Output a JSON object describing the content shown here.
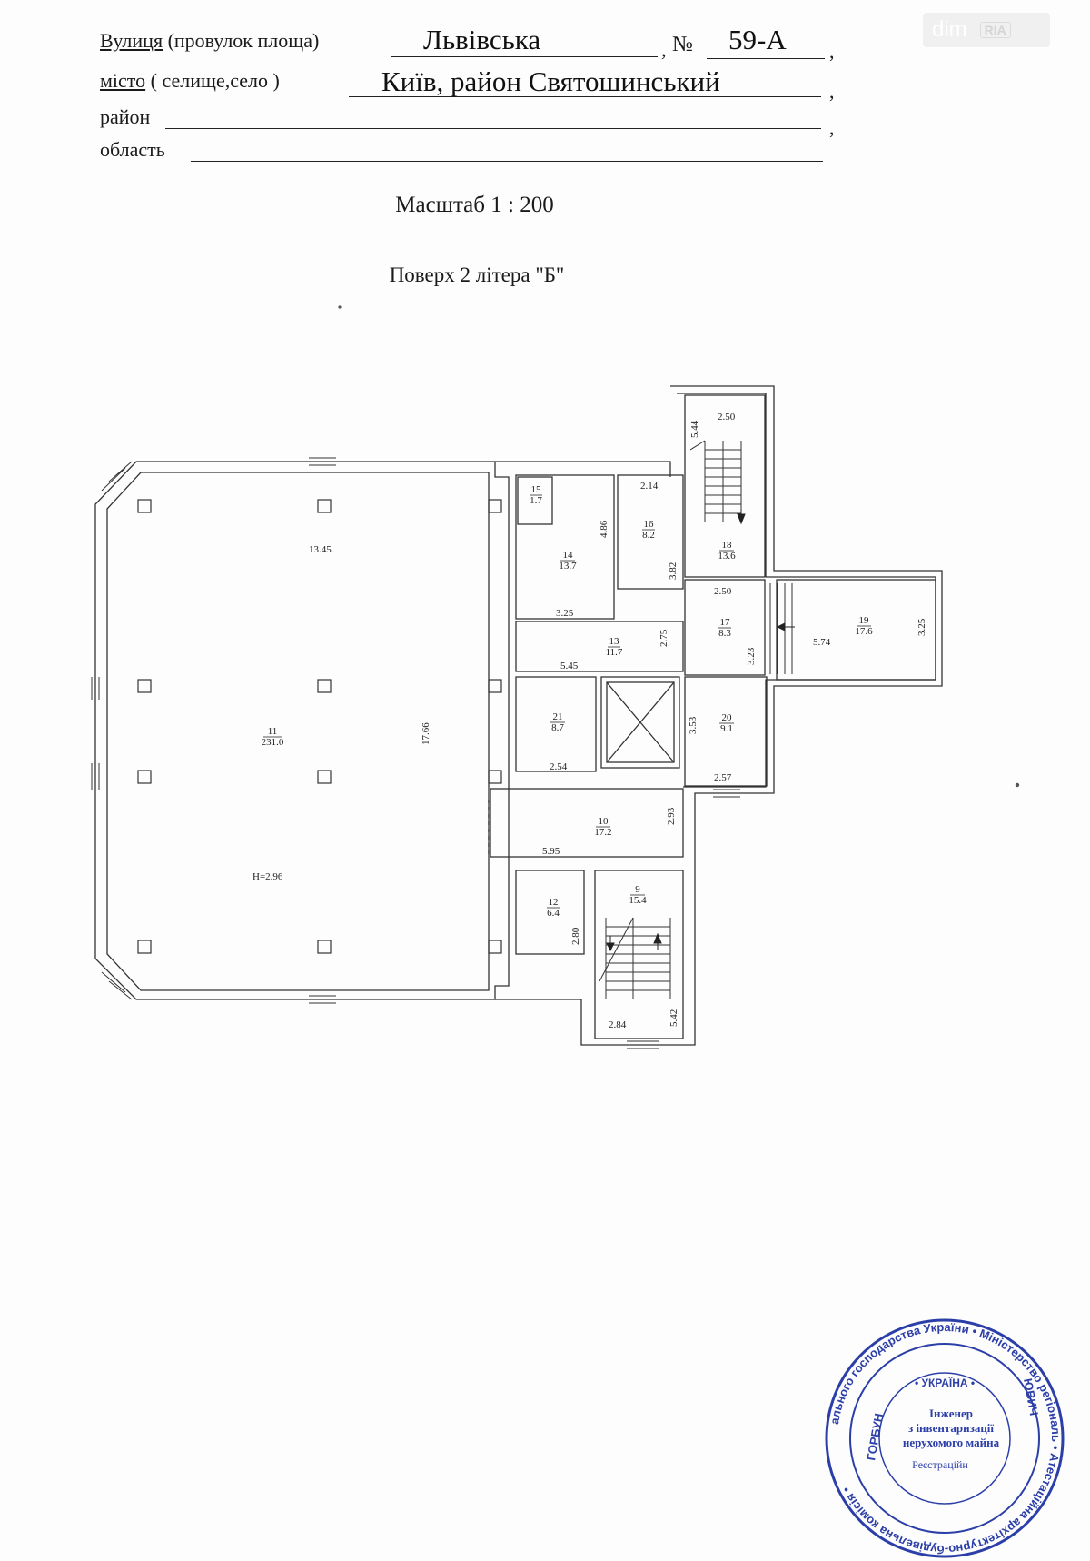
{
  "header": {
    "street_label_pre": "Вулиця",
    "street_label_post": " (провулок площа)",
    "street_value": "Львівська",
    "number_label": "№",
    "number_value": "59-А",
    "city_label_pre": "місто",
    "city_label_post": " ( селище,село )",
    "city_value": "Київ,  район Святошинський",
    "district_label": "район",
    "region_label": "область",
    "comma": ","
  },
  "scale": "Масштаб  1 : 200",
  "floor_title": "Поверх 2 літера \"Б\"",
  "watermark": {
    "text": "dim",
    "mark": "RIA"
  },
  "plan": {
    "rooms": [
      {
        "no": "11",
        "area": "231.0"
      },
      {
        "no": "15",
        "area": "1.7"
      },
      {
        "no": "14",
        "area": "13.7"
      },
      {
        "no": "16",
        "area": "8.2"
      },
      {
        "no": "18",
        "area": "13.6"
      },
      {
        "no": "17",
        "area": "8.3"
      },
      {
        "no": "19",
        "area": "17.6"
      },
      {
        "no": "13",
        "area": "11.7"
      },
      {
        "no": "21",
        "area": "8.7"
      },
      {
        "no": "20",
        "area": "9.1"
      },
      {
        "no": "10",
        "area": "17.2"
      },
      {
        "no": "12",
        "area": "6.4"
      },
      {
        "no": "9",
        "area": "15.4"
      }
    ],
    "dimensions": [
      "13.45",
      "17.66",
      "H=2.96",
      "2.50",
      "5.44",
      "2.14",
      "4.86",
      "3.82",
      "3.25",
      "2.75",
      "2.50",
      "3.23",
      "5.74",
      "3.25",
      "5.45",
      "3.53",
      "2.54",
      "2.57",
      "2.93",
      "5.95",
      "2.80",
      "2.84",
      "5.42"
    ]
  },
  "stamp": {
    "ring_text": "ального господарства України • Міністерство регіональ • Атестаційна архітектурно-будівельна комісія •",
    "country": "УКРАЇНА",
    "line1": "Інженер",
    "line2": "з інвентаризації",
    "line3": "нерухомого майна",
    "line4": "Реєстраційн",
    "side_left": "ГОРБУН",
    "side_right": "ЮВИЧ"
  }
}
